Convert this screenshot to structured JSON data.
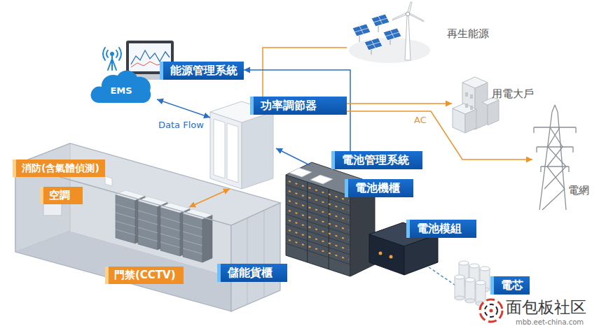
{
  "diagram": {
    "nodes": [
      {
        "text": [
          "再生能源"
        ]
      },
      {
        "text": [
          "EMS"
        ]
      },
      {
        "text": [
          "能源管理系統"
        ]
      },
      {
        "text": [
          "功率調節器"
        ]
      },
      {
        "text": [
          "用電大戶"
        ]
      },
      {
        "text": [
          "電池管理系統"
        ]
      },
      {
        "text": [
          "消防(含氣體偵測)"
        ]
      },
      {
        "text": [
          "電網"
        ]
      },
      {
        "text": [
          "電池機櫃"
        ]
      },
      {
        "text": [
          "空調"
        ]
      },
      {
        "text": [
          "電池模組"
        ]
      },
      {
        "text": [
          "門禁(CCTV)"
        ]
      },
      {
        "text": [
          "儲能貨櫃"
        ]
      },
      {
        "text": [
          "電芯"
        ]
      }
    ],
    "edges": [
      {
        "from": 0,
        "to": 3,
        "arrow": "none"
      },
      {
        "from": 5,
        "to": 2,
        "arrow": "to"
      },
      {
        "from": 3,
        "to": 4,
        "arrow": "to"
      },
      {
        "from": 3,
        "to": 7,
        "arrow": "to"
      }
    ],
    "labels": [
      "Data Flow",
      "AC",
      "面包板社区",
      "mbb.eet-china.com"
    ]
  }
}
